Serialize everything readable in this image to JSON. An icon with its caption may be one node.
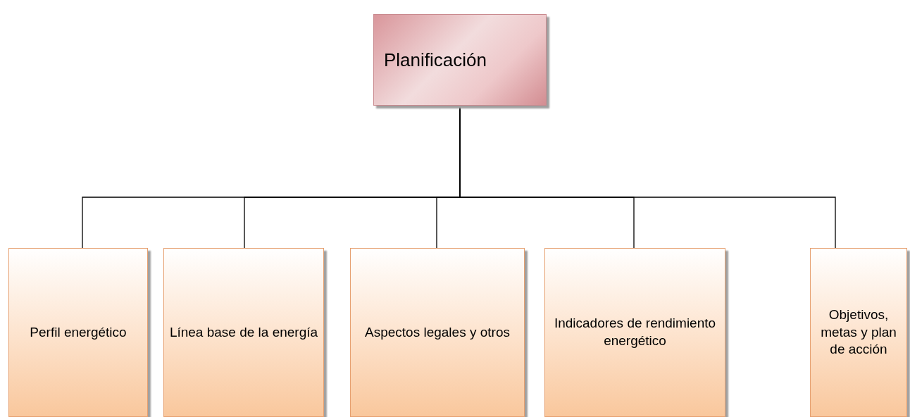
{
  "diagram": {
    "nodes": [
      {
        "text": [
          "Planificación"
        ]
      },
      {
        "text": [
          "Perfil energético"
        ]
      },
      {
        "text": [
          "Línea base de la energía"
        ]
      },
      {
        "text": [
          "Aspectos legales y otros"
        ]
      },
      {
        "text": [
          "Indicadores de rendimiento energético"
        ]
      },
      {
        "text": [
          "Objetivos, metas y plan de acción"
        ]
      }
    ],
    "edges": [
      {
        "from": 0,
        "to": 1,
        "arrow": "none"
      },
      {
        "from": 0,
        "to": 2,
        "arrow": "none"
      },
      {
        "from": 0,
        "to": 3,
        "arrow": "none"
      },
      {
        "from": 0,
        "to": 4,
        "arrow": "none"
      },
      {
        "from": 0,
        "to": 5,
        "arrow": "none"
      }
    ]
  }
}
